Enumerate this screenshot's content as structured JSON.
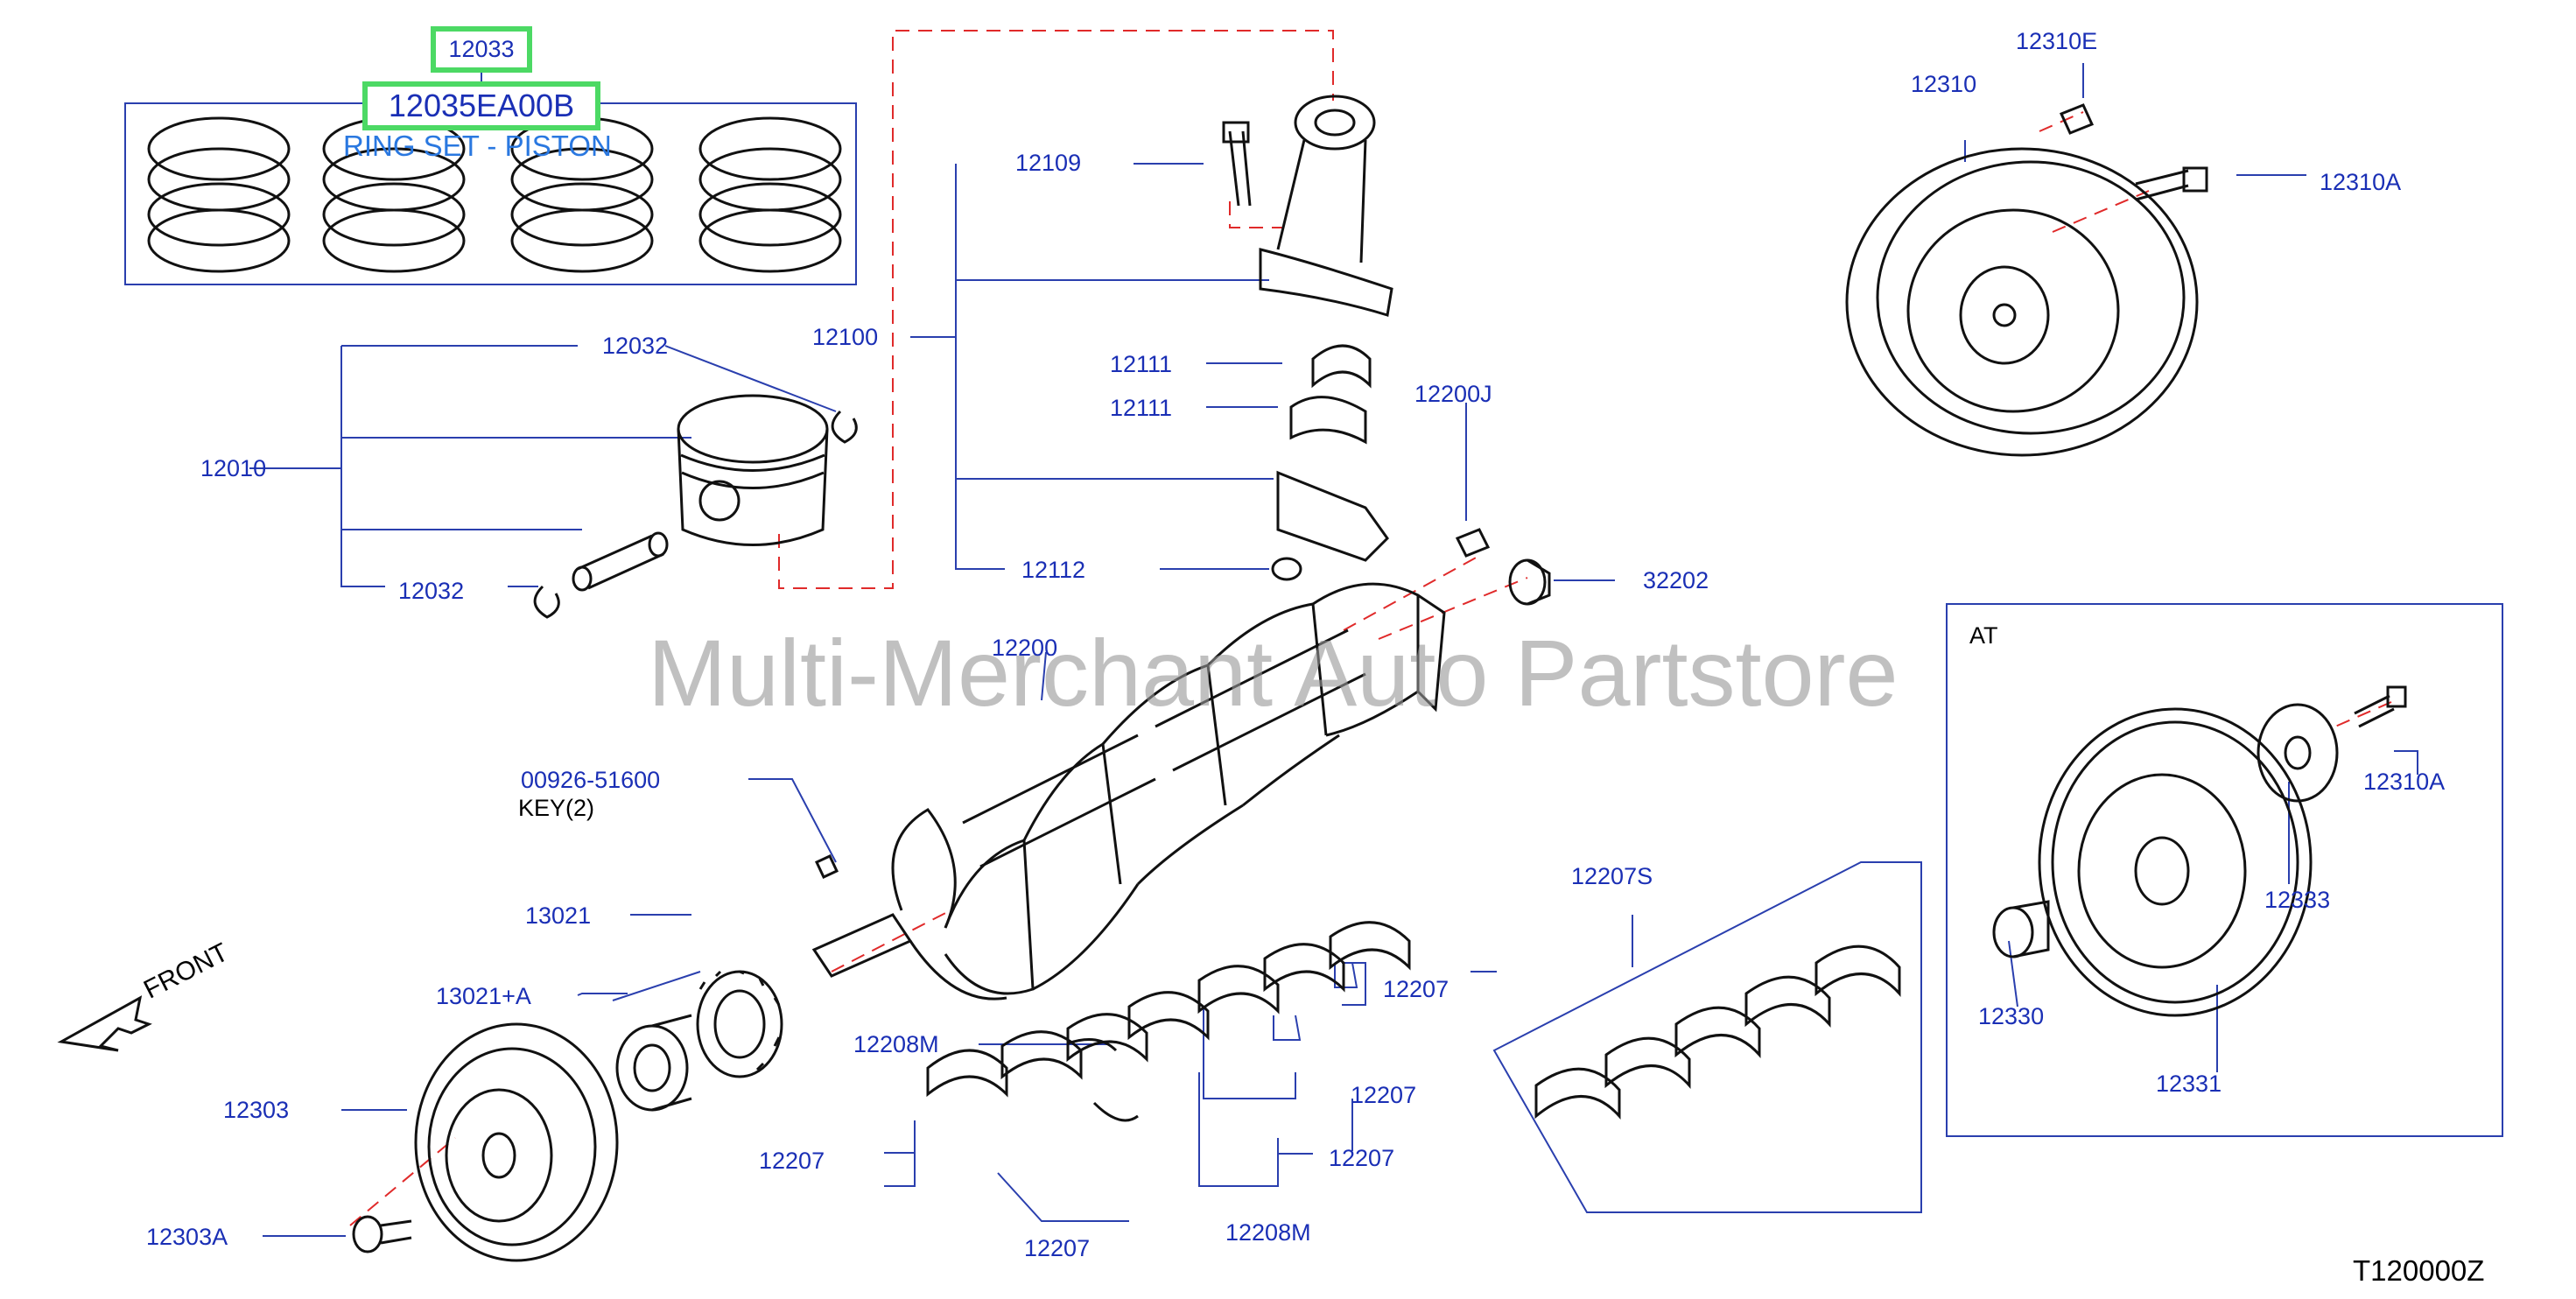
{
  "highlight": {
    "part_number": "12033",
    "selected_part": "12035EA00B",
    "selected_description": "RING SET - PISTON"
  },
  "watermark": "Multi-Merchant Auto Partstore",
  "diagram_code": "T120000Z",
  "front_label": "FRONT",
  "at_label": "AT",
  "labels": {
    "p12109": "12109",
    "p12100": "12100",
    "p12111a": "12111",
    "p12111b": "12111",
    "p12112": "12112",
    "p12032a": "12032",
    "p12032b": "12032",
    "p12010": "12010",
    "p12200J": "12200J",
    "p32202": "32202",
    "p12200": "12200",
    "p00926": "00926-51600",
    "key": "KEY(2)",
    "p13021": "13021",
    "p13021A": "13021+A",
    "p12303": "12303",
    "p12303A": "12303A",
    "p12207a": "12207",
    "p12207b": "12207",
    "p12207c": "12207",
    "p12207d": "12207",
    "p12207e": "12207",
    "p12208Ma": "12208M",
    "p12208Mb": "12208M",
    "p12207S": "12207S",
    "p12310": "12310",
    "p12310E": "12310E",
    "p12310A_top": "12310A",
    "p12310A_at": "12310A",
    "p12333": "12333",
    "p12330": "12330",
    "p12331": "12331"
  },
  "colors": {
    "leader": "#2a3fae",
    "dash": "#e02a2a",
    "part": "#111111",
    "label": "#1a2fb5",
    "highlight": "#4cd964"
  }
}
